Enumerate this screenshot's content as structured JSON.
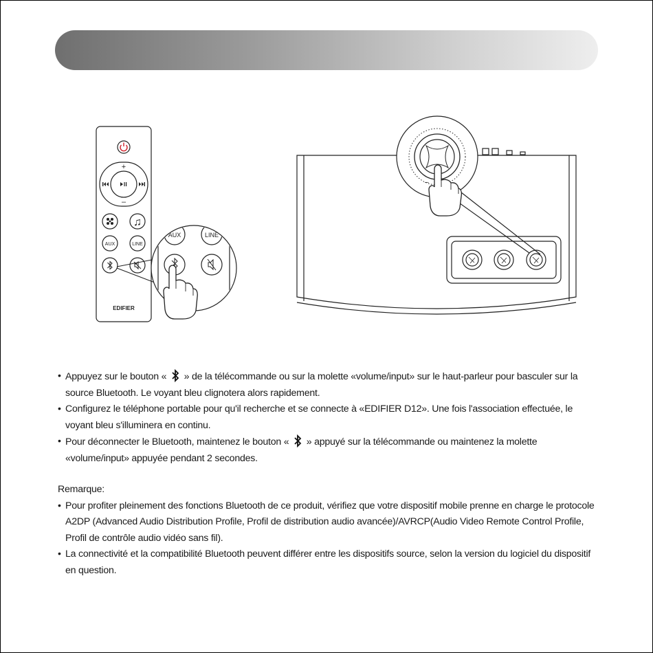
{
  "remote": {
    "aux_label": "AUX",
    "line_label": "LINE",
    "brand": "EDIFIER",
    "plus_label": "+",
    "minus_label": "–"
  },
  "zoom": {
    "aux_label": "AUX",
    "line_label": "LINE"
  },
  "knob": {
    "minus_label": "–",
    "plus_label": "+"
  },
  "instructions": {
    "bullet_char": "•",
    "item1_a": "Appuyez sur le bouton «",
    "item1_b": "» de la télécommande ou sur la molette «volume/input» sur le haut-parleur pour basculer sur la source Bluetooth. Le voyant bleu clignotera alors rapidement.",
    "item2": "Configurez le téléphone portable pour qu'il recherche et se connecte à «EDIFIER D12». Une fois l'association effectuée, le voyant bleu s'illuminera en continu.",
    "item3_a": "Pour déconnecter le Bluetooth, maintenez le bouton «",
    "item3_b": "» appuyé sur la télécommande ou maintenez la molette «volume/input» appuyée pendant 2 secondes.",
    "remark_title": "Remarque:",
    "remark1": "Pour profiter pleinement des fonctions Bluetooth de ce produit, vérifiez que votre dispositif mobile prenne en charge le protocole A2DP (Advanced Audio Distribution Profile, Profil de distribution audio avancée)/AVRCP(Audio Video Remote Control Profile, Profil de contrôle audio vidéo sans fil).",
    "remark2": "La connectivité et la compatibilité Bluetooth peuvent différer entre les dispositifs source, selon la version du logiciel du dispositif en question."
  },
  "colors": {
    "power_icon": "#d0202a",
    "line_art": "#222222"
  }
}
